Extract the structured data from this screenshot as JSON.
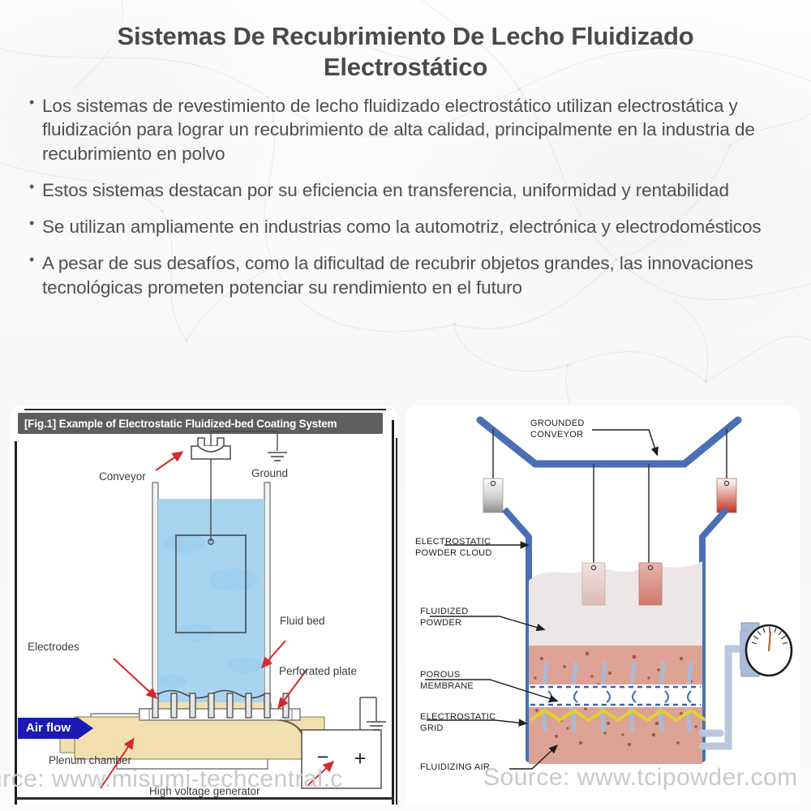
{
  "headline": "Sistemas De Recubrimiento De Lecho Fluidizado Electrostático",
  "bullets": [
    "Los sistemas de revestimiento de lecho fluidizado electrostático utilizan electrostática y fluidización para lograr un recubrimiento de alta calidad, principalmente en la industria de recubrimiento en polvo",
    "Estos sistemas destacan por su eficiencia en transferencia, uniformidad y rentabilidad",
    "Se utilizan ampliamente en industrias como la automotriz, electrónica y electrodomésticos",
    "A pesar de sus desafíos, como la dificultad de recubrir objetos grandes, las innovaciones tecnológicas prometen potenciar su rendimiento en el futuro"
  ],
  "left_figure": {
    "title": "[Fig.1]  Example of Electrostatic Fluidized-bed Coating System",
    "labels": {
      "conveyor": "Conveyor",
      "ground": "Ground",
      "fluid_bed": "Fluid bed",
      "electrodes": "Electrodes",
      "perforated_plate": "Perforated plate",
      "air_flow": "Air flow",
      "plenum_chamber": "Plenum chamber",
      "high_voltage_generator": "High voltage generator",
      "generator_minus": "−",
      "generator_plus": "+"
    },
    "source_watermark": "urce: www.misumi-techcentral.c"
  },
  "right_figure": {
    "labels": {
      "grounded_conveyor": "GROUNDED\nCONVEYOR",
      "electrostatic_powder_cloud": "ELECTROSTATIC\nPOWDER CLOUD",
      "fluidized_powder": "FLUIDIZED\nPOWDER",
      "porous_membrane": "POROUS\nMEMBRANE",
      "electrostatic_grid": "ELECTROSTATIC\nGRID",
      "fluidizing_air": "FLUIDIZING AIR"
    },
    "source_watermark": "Source: www.tcipowder.com"
  },
  "colors": {
    "headline": "#4a4a4a",
    "body_text": "#4f4f4f",
    "fig_titlebar": "#5e5e5e",
    "fluid_blue": "#a8d4f0",
    "plenum_tan": "#f2dfb0",
    "air_flow_blue": "#1b1bb4",
    "conveyor_blue": "#4a6fb5",
    "powder_pink": "#dba furthermore",
    "grid_yellow": "#e8d848",
    "arrow_red": "#d42a2a"
  }
}
